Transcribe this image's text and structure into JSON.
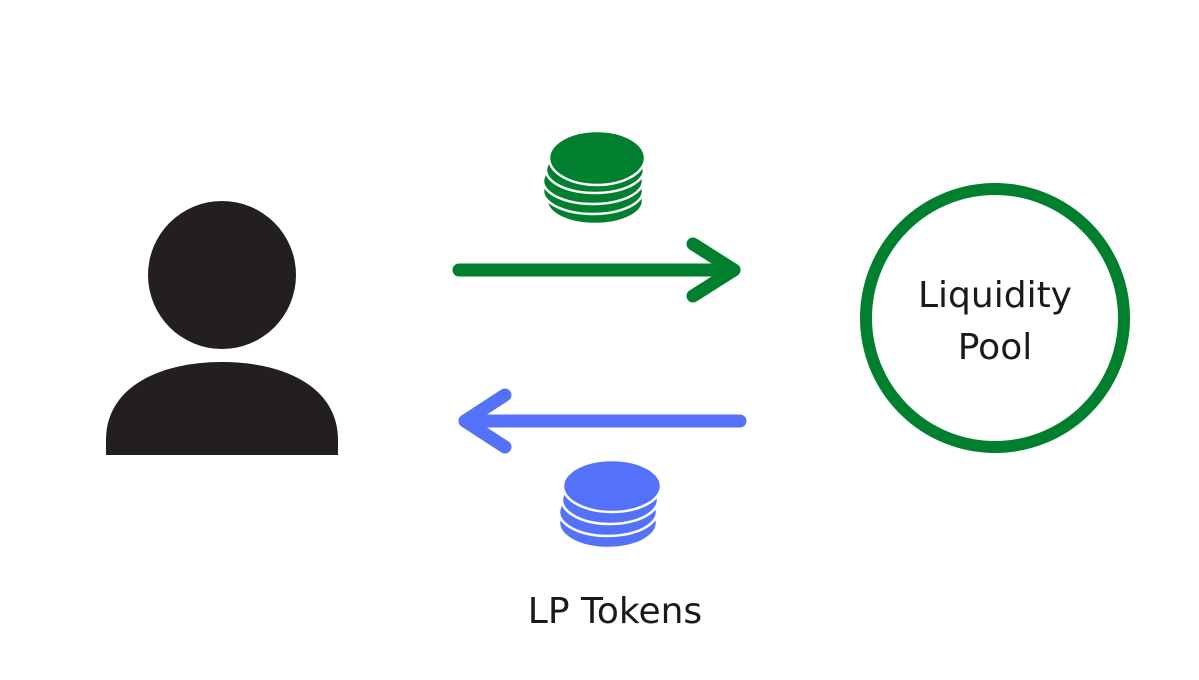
{
  "pool": {
    "line1": "Liquidity",
    "line2": "Pool"
  },
  "lp_tokens": {
    "label": "LP Tokens"
  },
  "colors": {
    "user": "#231f20",
    "deposit": "#00802f",
    "lp": "#5472f9",
    "pool_ring": "#00802f",
    "text": "#1a1a1a"
  },
  "icons": {
    "user": "user-icon",
    "deposit_coins": "coin-stack-icon",
    "lp_coins": "coin-stack-icon"
  }
}
